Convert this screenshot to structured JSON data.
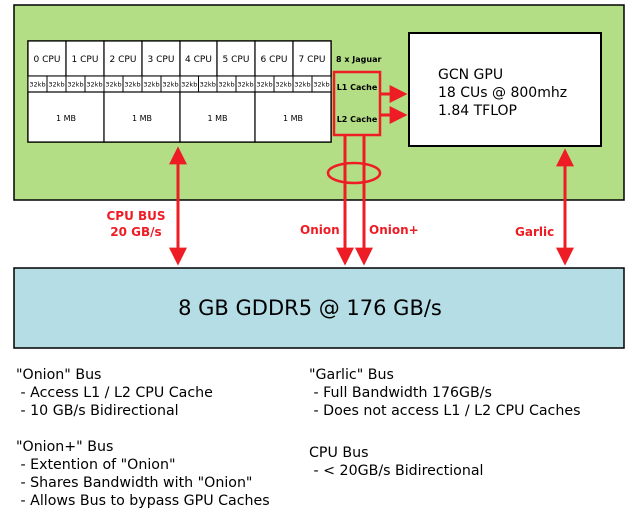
{
  "soc": {
    "cpus": [
      "0 CPU",
      "1 CPU",
      "2 CPU",
      "3 CPU",
      "4 CPU",
      "5 CPU",
      "6 CPU",
      "7 CPU"
    ],
    "l1_cache_label": "32kb",
    "l2_blocks": [
      "1 MB",
      "1 MB",
      "1 MB",
      "1 MB"
    ],
    "jaguar_label": "8 x Jaguar",
    "l1_label": "L1 Cache",
    "l2_label": "L2 Cache"
  },
  "gpu": {
    "lines": [
      "GCN GPU",
      "18 CUs @ 800mhz",
      "1.84 TFLOP"
    ]
  },
  "buses": {
    "cpu_bus_line1": "CPU BUS",
    "cpu_bus_line2": "20 GB/s",
    "onion": "Onion",
    "onion_plus": "Onion+",
    "garlic": "Garlic"
  },
  "memory": {
    "label": "8 GB GDDR5 @ 176 GB/s"
  },
  "colors": {
    "soc_fill": "#b4de85",
    "memory_fill": "#b5dde6",
    "arrow": "#ee1c24"
  },
  "notes": {
    "onion": {
      "title": "\"Onion\" Bus",
      "items": [
        " - Access L1 / L2 CPU Cache",
        " - 10 GB/s Bidirectional"
      ]
    },
    "onion_plus": {
      "title": "\"Onion+\" Bus",
      "items": [
        " - Extention of \"Onion\"",
        " - Shares Bandwidth with \"Onion\"",
        " - Allows Bus to bypass GPU Caches"
      ]
    },
    "garlic": {
      "title": "\"Garlic\" Bus",
      "items": [
        " - Full Bandwidth 176GB/s",
        " - Does not access L1 / L2 CPU Caches"
      ]
    },
    "cpu_bus": {
      "title": "CPU Bus",
      "items": [
        " - < 20GB/s Bidirectional"
      ]
    }
  }
}
